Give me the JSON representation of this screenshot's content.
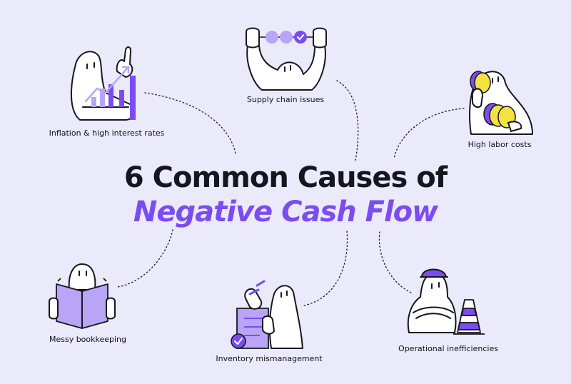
{
  "title": {
    "line1": "6 Common Causes of",
    "line2": "Negative Cash Flow"
  },
  "colors": {
    "background": "#eaeafb",
    "accent": "#7b4cf0",
    "accent_light": "#b9a4f5",
    "coin_yellow": "#f4e241",
    "ink": "#16161e"
  },
  "causes": [
    {
      "id": "inflation",
      "label": "Inflation & high interest rates",
      "icon": "rising-bar-chart-icon"
    },
    {
      "id": "supply",
      "label": "Supply chain issues",
      "icon": "supply-chain-beads-icon"
    },
    {
      "id": "labor",
      "label": "High labor costs",
      "icon": "gold-coins-icon"
    },
    {
      "id": "bookkeeping",
      "label": "Messy bookkeeping",
      "icon": "open-book-icon"
    },
    {
      "id": "inventory",
      "label": "Inventory mismanagement",
      "icon": "clipboard-checklist-icon"
    },
    {
      "id": "operational",
      "label": "Operational inefficiencies",
      "icon": "traffic-cone-icon"
    }
  ]
}
